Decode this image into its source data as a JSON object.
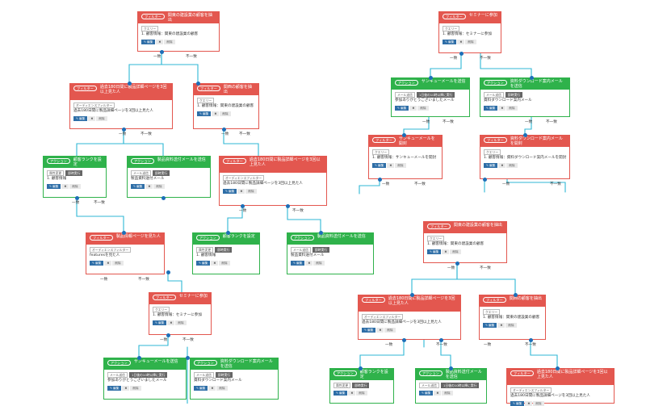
{
  "labels": {
    "filter": "フィルター",
    "action": "アクション",
    "query": "クエリー",
    "audience_filter": "オーディエンスフィルター",
    "email_send": "メール送信",
    "attr_change": "属性変更",
    "instant_run": "即時実行",
    "schedule": "1日後の10時以降に実行",
    "edit": "編集",
    "delete": "削除",
    "yes": "一致",
    "no": "不一致"
  },
  "nodes": [
    {
      "id": "n1",
      "kind": "filter",
      "title": "関東の建設業の顧客を抽出",
      "sub": "query",
      "text": "1. 顧客情報：関東の建設業の顧客"
    },
    {
      "id": "n2",
      "kind": "filter",
      "title": "過去180日間に製品詳細ページを3回以上見た人",
      "sub": "audience_filter",
      "text": "過去180日間に製品詳細ページを3回以上見た人"
    },
    {
      "id": "n3",
      "kind": "filter",
      "title": "関西の顧客を抽出",
      "sub": "query",
      "text": "1. 顧客情報：関東の建設業の顧客"
    },
    {
      "id": "n4",
      "kind": "action",
      "title": "顧客ランクを設定",
      "sub": "attr_change",
      "text": "1. 顧客情報"
    },
    {
      "id": "n5",
      "kind": "action",
      "title": "製品資料送付メールを送信",
      "sub": "email_send",
      "text": "製品資料送付メール"
    },
    {
      "id": "n6",
      "kind": "filter",
      "title": "過去180日間に製品詳細ページを3回以上見た人",
      "sub": "audience_filter",
      "text": "過去180日間に製品詳細ページを3回以上見た人"
    },
    {
      "id": "n7",
      "kind": "filter",
      "title": "製品情報ページを見た人",
      "sub": "audience_filter",
      "text": "featuresを見た人"
    },
    {
      "id": "n8",
      "kind": "action",
      "title": "顧客ランクを設定",
      "sub": "attr_change",
      "text": "1. 顧客情報"
    },
    {
      "id": "n9",
      "kind": "action",
      "title": "製品資料送付メールを送信",
      "sub": "email_send",
      "text": "製品資料送付メール"
    },
    {
      "id": "n10",
      "kind": "filter",
      "title": "セミナーに参加",
      "sub": "query",
      "text": "1. 顧客情報：セミナーに参加"
    },
    {
      "id": "n11",
      "kind": "action",
      "title": "サンキューメールを送信",
      "sub": "email_send",
      "text": "参加ありがとうございましたメール"
    },
    {
      "id": "n12",
      "kind": "action",
      "title": "資料ダウンロード案内メールを送信",
      "sub": "email_send",
      "text": "資料ダウンロード案内メール"
    },
    {
      "id": "n13",
      "kind": "filter",
      "title": "セミナーに参加",
      "sub": "query",
      "text": "1. 顧客情報：セミナーに参加"
    },
    {
      "id": "n14",
      "kind": "action",
      "title": "サンキューメールを送信",
      "sub": "email_send",
      "text": "参加ありがとうございましたメール"
    },
    {
      "id": "n15",
      "kind": "action",
      "title": "資料ダウンロード案内メールを送信",
      "sub": "email_send",
      "text": "資料ダウンロード案内メール"
    },
    {
      "id": "n16",
      "kind": "filter",
      "title": "サンキューメールを開封",
      "sub": "query",
      "text": "1. 顧客情報：サンキューメールを開封"
    },
    {
      "id": "n17",
      "kind": "filter",
      "title": "資料ダウンロード案内メールを開封",
      "sub": "query",
      "text": "1. 顧客情報：資料ダウンロード案内メールを開封"
    },
    {
      "id": "n18",
      "kind": "filter",
      "title": "関東の建設業の顧客を抽出",
      "sub": "query",
      "text": "1. 顧客情報：関東の建設業の顧客"
    },
    {
      "id": "n19",
      "kind": "filter",
      "title": "過去180日間に製品詳細ページを3回以上見た人",
      "sub": "audience_filter",
      "text": "過去180日間に製品詳細ページを3回以上見た人"
    },
    {
      "id": "n20",
      "kind": "filter",
      "title": "関西の顧客を抽出",
      "sub": "query",
      "text": "1. 顧客情報：関東の建設業の顧客"
    },
    {
      "id": "n21",
      "kind": "action",
      "title": "顧客ランクを設定",
      "sub": "attr_change",
      "text": ""
    },
    {
      "id": "n22",
      "kind": "action",
      "title": "製品資料送付メールを送信",
      "sub": "email_send",
      "text": ""
    },
    {
      "id": "n23",
      "kind": "filter",
      "title": "過去180日間に製品詳細ページを3回以上見た人",
      "sub": "audience_filter",
      "text": "過去180日間に製品詳細ページを3回以上見た人"
    }
  ]
}
